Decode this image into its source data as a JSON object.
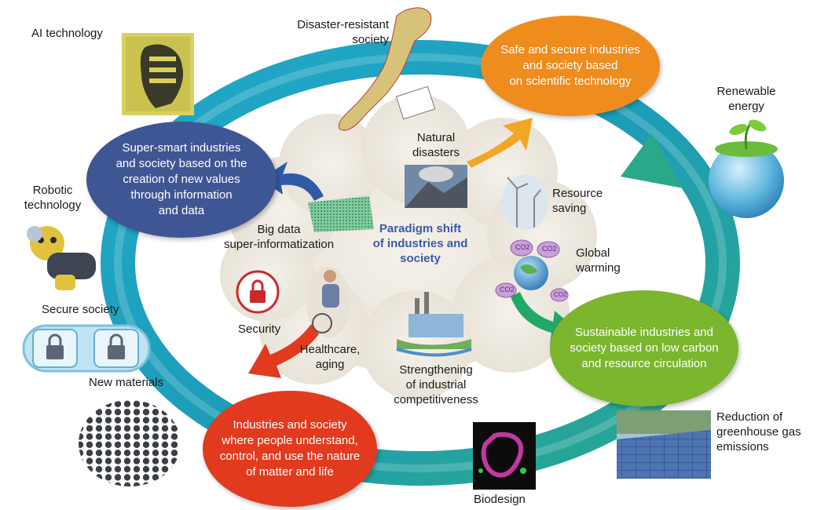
{
  "center_title": [
    "Paradigm shift",
    "of industries and",
    "society"
  ],
  "ovals": {
    "safe": {
      "lines": [
        "Safe and secure industries",
        "and society based",
        "on scientific technology"
      ],
      "color": "#ef8c1e"
    },
    "super_smart": {
      "lines": [
        "Super-smart industries",
        "and society based on the",
        "creation of new values",
        "through information",
        "and data"
      ],
      "color": "#3f5694"
    },
    "sustainable": {
      "lines": [
        "Sustainable industries and",
        "society based on low carbon",
        "and resource circulation"
      ],
      "color": "#7cb52e"
    },
    "matter_life": {
      "lines": [
        "Industries and society",
        "where people understand,",
        "control, and use the nature",
        "of matter and life"
      ],
      "color": "#e23a1e"
    }
  },
  "outer_labels": {
    "ai": [
      "AI technology"
    ],
    "disaster": [
      "Disaster-resistant",
      "society"
    ],
    "renewable": [
      "Renewable",
      "energy"
    ],
    "robotic": [
      "Robotic",
      "technology"
    ],
    "secure": [
      "Secure society"
    ],
    "new_materials": [
      "New materials"
    ],
    "reduction": [
      "Reduction of",
      "greenhouse gas",
      "emissions"
    ],
    "biodesign": [
      "Biodesign"
    ]
  },
  "inner_labels": {
    "natural": [
      "Natural",
      "disasters"
    ],
    "resource": [
      "Resource",
      "saving"
    ],
    "global": [
      "Global",
      "warming"
    ],
    "bigdata": [
      "Big data",
      "super-informatization"
    ],
    "security": [
      "Security"
    ],
    "healthcare": [
      "Healthcare,",
      "aging"
    ],
    "strengthening": [
      "Strengthening",
      "of industrial",
      "competitiveness"
    ]
  },
  "co2_bubbles": [
    "CO2",
    "CO2",
    "CO2",
    "CO2"
  ]
}
